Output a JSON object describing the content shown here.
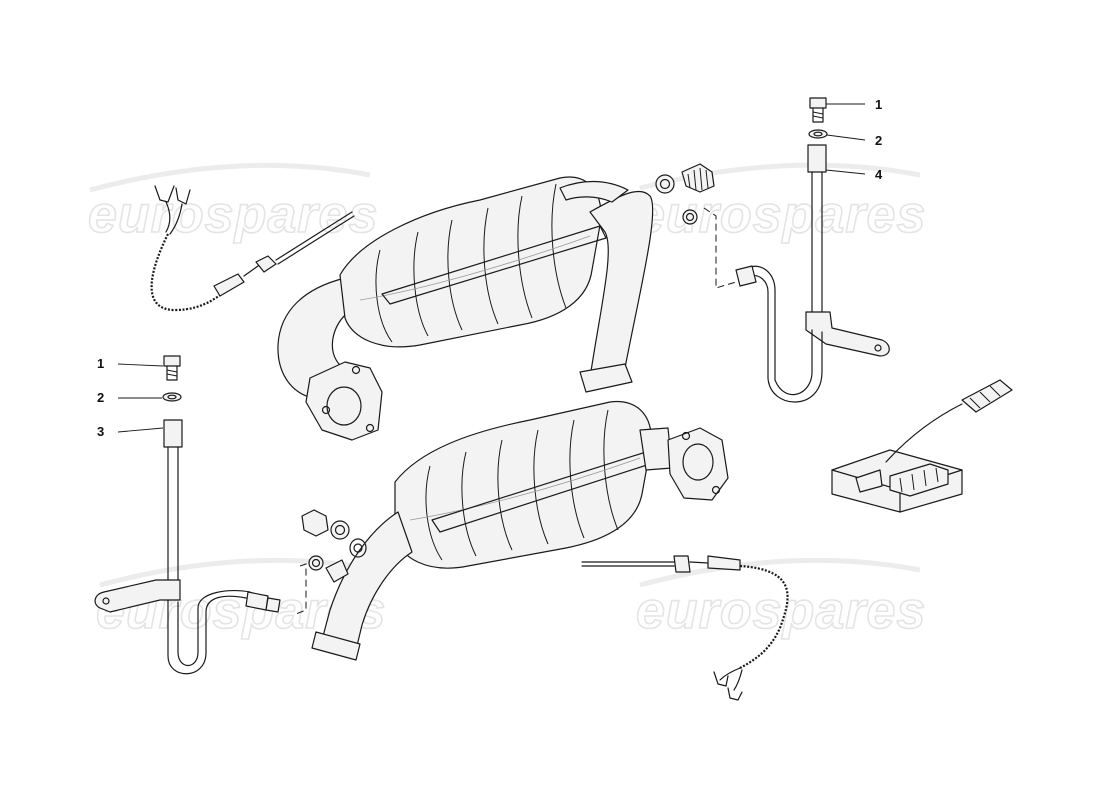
{
  "watermark": {
    "text": "eurospares"
  },
  "callouts": [
    {
      "label": "1"
    },
    {
      "label": "2"
    },
    {
      "label": "4"
    },
    {
      "label": "1"
    },
    {
      "label": "2"
    },
    {
      "label": "3"
    }
  ]
}
